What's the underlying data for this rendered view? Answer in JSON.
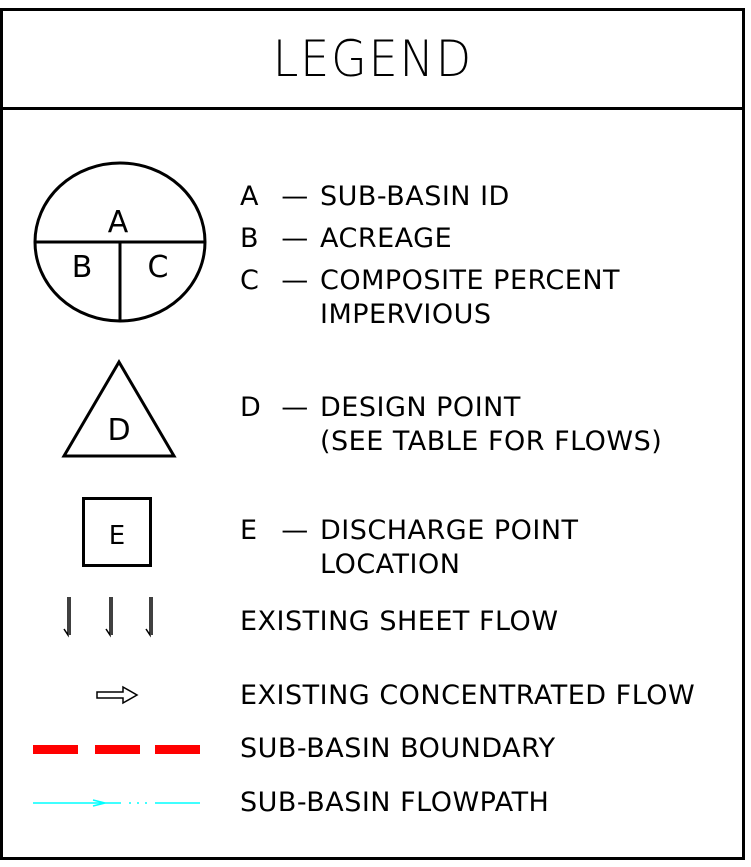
{
  "title": "LEGEND",
  "circle_symbol": {
    "top_letter": "A",
    "left_letter": "B",
    "right_letter": "C"
  },
  "items": [
    {
      "letter": "A",
      "dash": "—",
      "text": "SUB-BASIN ID"
    },
    {
      "letter": "B",
      "dash": "—",
      "text": "ACREAGE"
    },
    {
      "letter": "C",
      "dash": "—",
      "text": "COMPOSITE PERCENT",
      "text2": "IMPERVIOUS"
    },
    {
      "letter": "D",
      "dash": "—",
      "text": "DESIGN POINT",
      "text2": "(SEE TABLE FOR FLOWS)"
    },
    {
      "letter": "E",
      "dash": "—",
      "text": "DISCHARGE POINT",
      "text2": "LOCATION"
    },
    {
      "text": "EXISTING SHEET FLOW"
    },
    {
      "text": "EXISTING CONCENTRATED FLOW"
    },
    {
      "text": "SUB-BASIN BOUNDARY"
    },
    {
      "text": "SUB-BASIN FLOWPATH"
    }
  ],
  "triangle_symbol": {
    "letter": "D"
  },
  "square_symbol": {
    "letter": "E"
  },
  "colors": {
    "boundary": "#ff0000",
    "flowpath": "#00ffff",
    "line": "#000000"
  },
  "icons": [
    "circle-symbol-icon",
    "triangle-symbol-icon",
    "square-symbol-icon",
    "sheet-flow-icon",
    "concentrated-flow-arrow-icon",
    "boundary-dashed-line-icon",
    "flowpath-line-icon"
  ]
}
